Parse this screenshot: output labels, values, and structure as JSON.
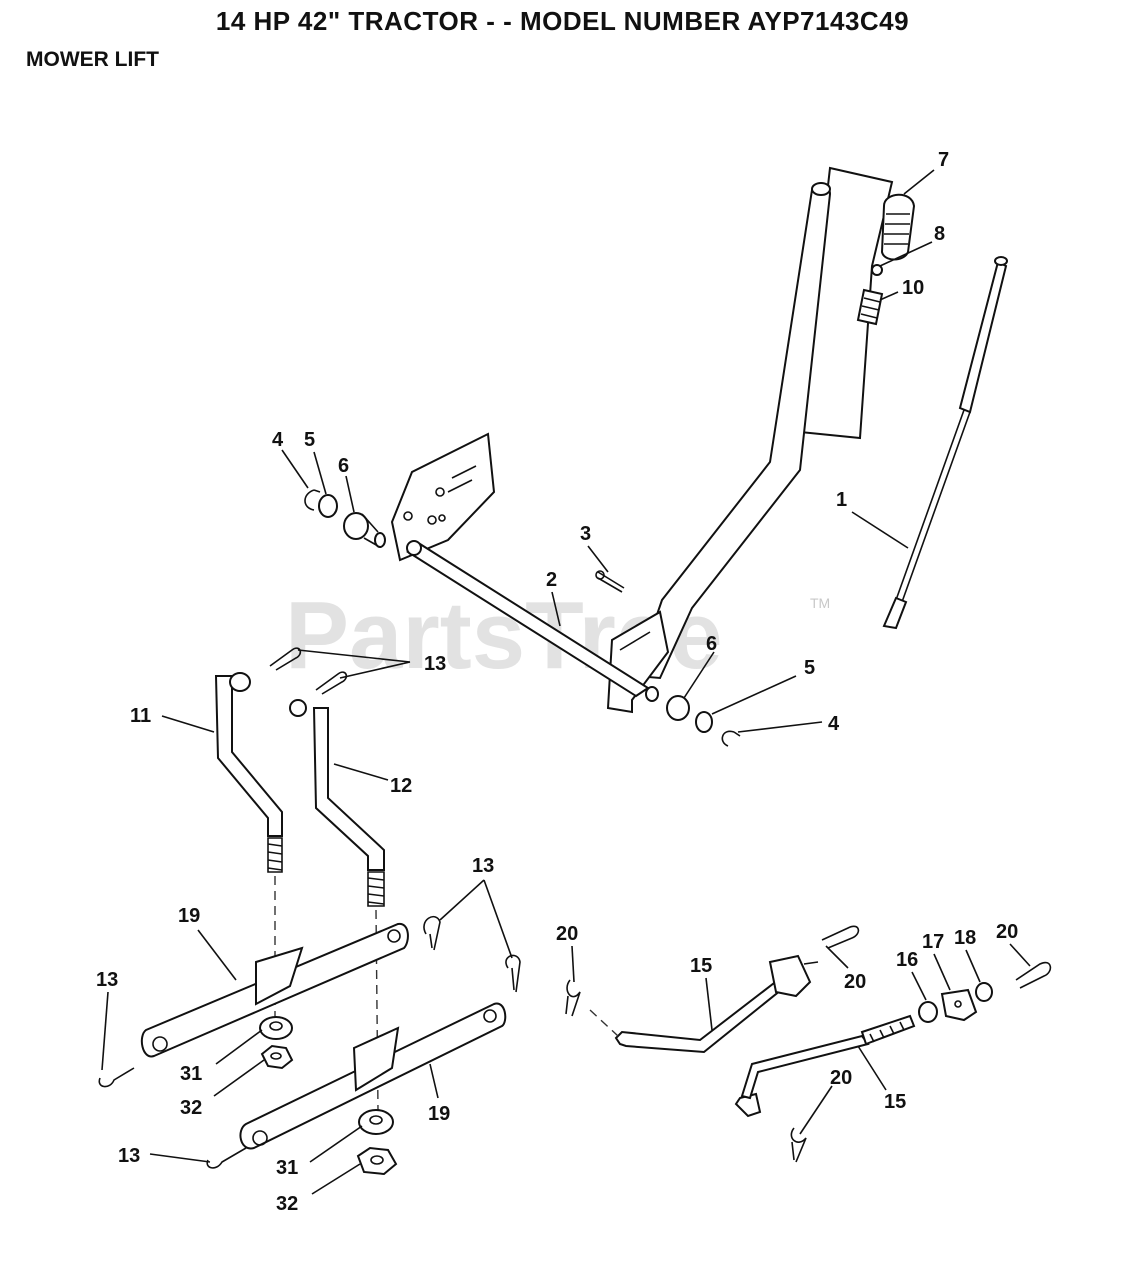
{
  "header": {
    "title": "14 HP 42\" TRACTOR - - MODEL NUMBER AYP7143C49",
    "subtitle": "MOWER LIFT"
  },
  "watermark": {
    "text": "PartsTree",
    "tm": "TM"
  },
  "callouts": [
    {
      "id": "c7",
      "label": "7"
    },
    {
      "id": "c8",
      "label": "8"
    },
    {
      "id": "c10",
      "label": "10"
    },
    {
      "id": "c1",
      "label": "1"
    },
    {
      "id": "c4a",
      "label": "4"
    },
    {
      "id": "c5a",
      "label": "5"
    },
    {
      "id": "c6a",
      "label": "6"
    },
    {
      "id": "c3",
      "label": "3"
    },
    {
      "id": "c2",
      "label": "2"
    },
    {
      "id": "c13a",
      "label": "13"
    },
    {
      "id": "c6b",
      "label": "6"
    },
    {
      "id": "c5b",
      "label": "5"
    },
    {
      "id": "c4b",
      "label": "4"
    },
    {
      "id": "c11",
      "label": "11"
    },
    {
      "id": "c12",
      "label": "12"
    },
    {
      "id": "c13b",
      "label": "13"
    },
    {
      "id": "c19a",
      "label": "19"
    },
    {
      "id": "c13c",
      "label": "13"
    },
    {
      "id": "c31a",
      "label": "31"
    },
    {
      "id": "c32a",
      "label": "32"
    },
    {
      "id": "c19b",
      "label": "19"
    },
    {
      "id": "c13d",
      "label": "13"
    },
    {
      "id": "c31b",
      "label": "31"
    },
    {
      "id": "c32b",
      "label": "32"
    },
    {
      "id": "c20a",
      "label": "20"
    },
    {
      "id": "c15a",
      "label": "15"
    },
    {
      "id": "c20b",
      "label": "20"
    },
    {
      "id": "c16",
      "label": "16"
    },
    {
      "id": "c17",
      "label": "17"
    },
    {
      "id": "c18",
      "label": "18"
    },
    {
      "id": "c20c",
      "label": "20"
    },
    {
      "id": "c20d",
      "label": "20"
    },
    {
      "id": "c15b",
      "label": "15"
    }
  ]
}
